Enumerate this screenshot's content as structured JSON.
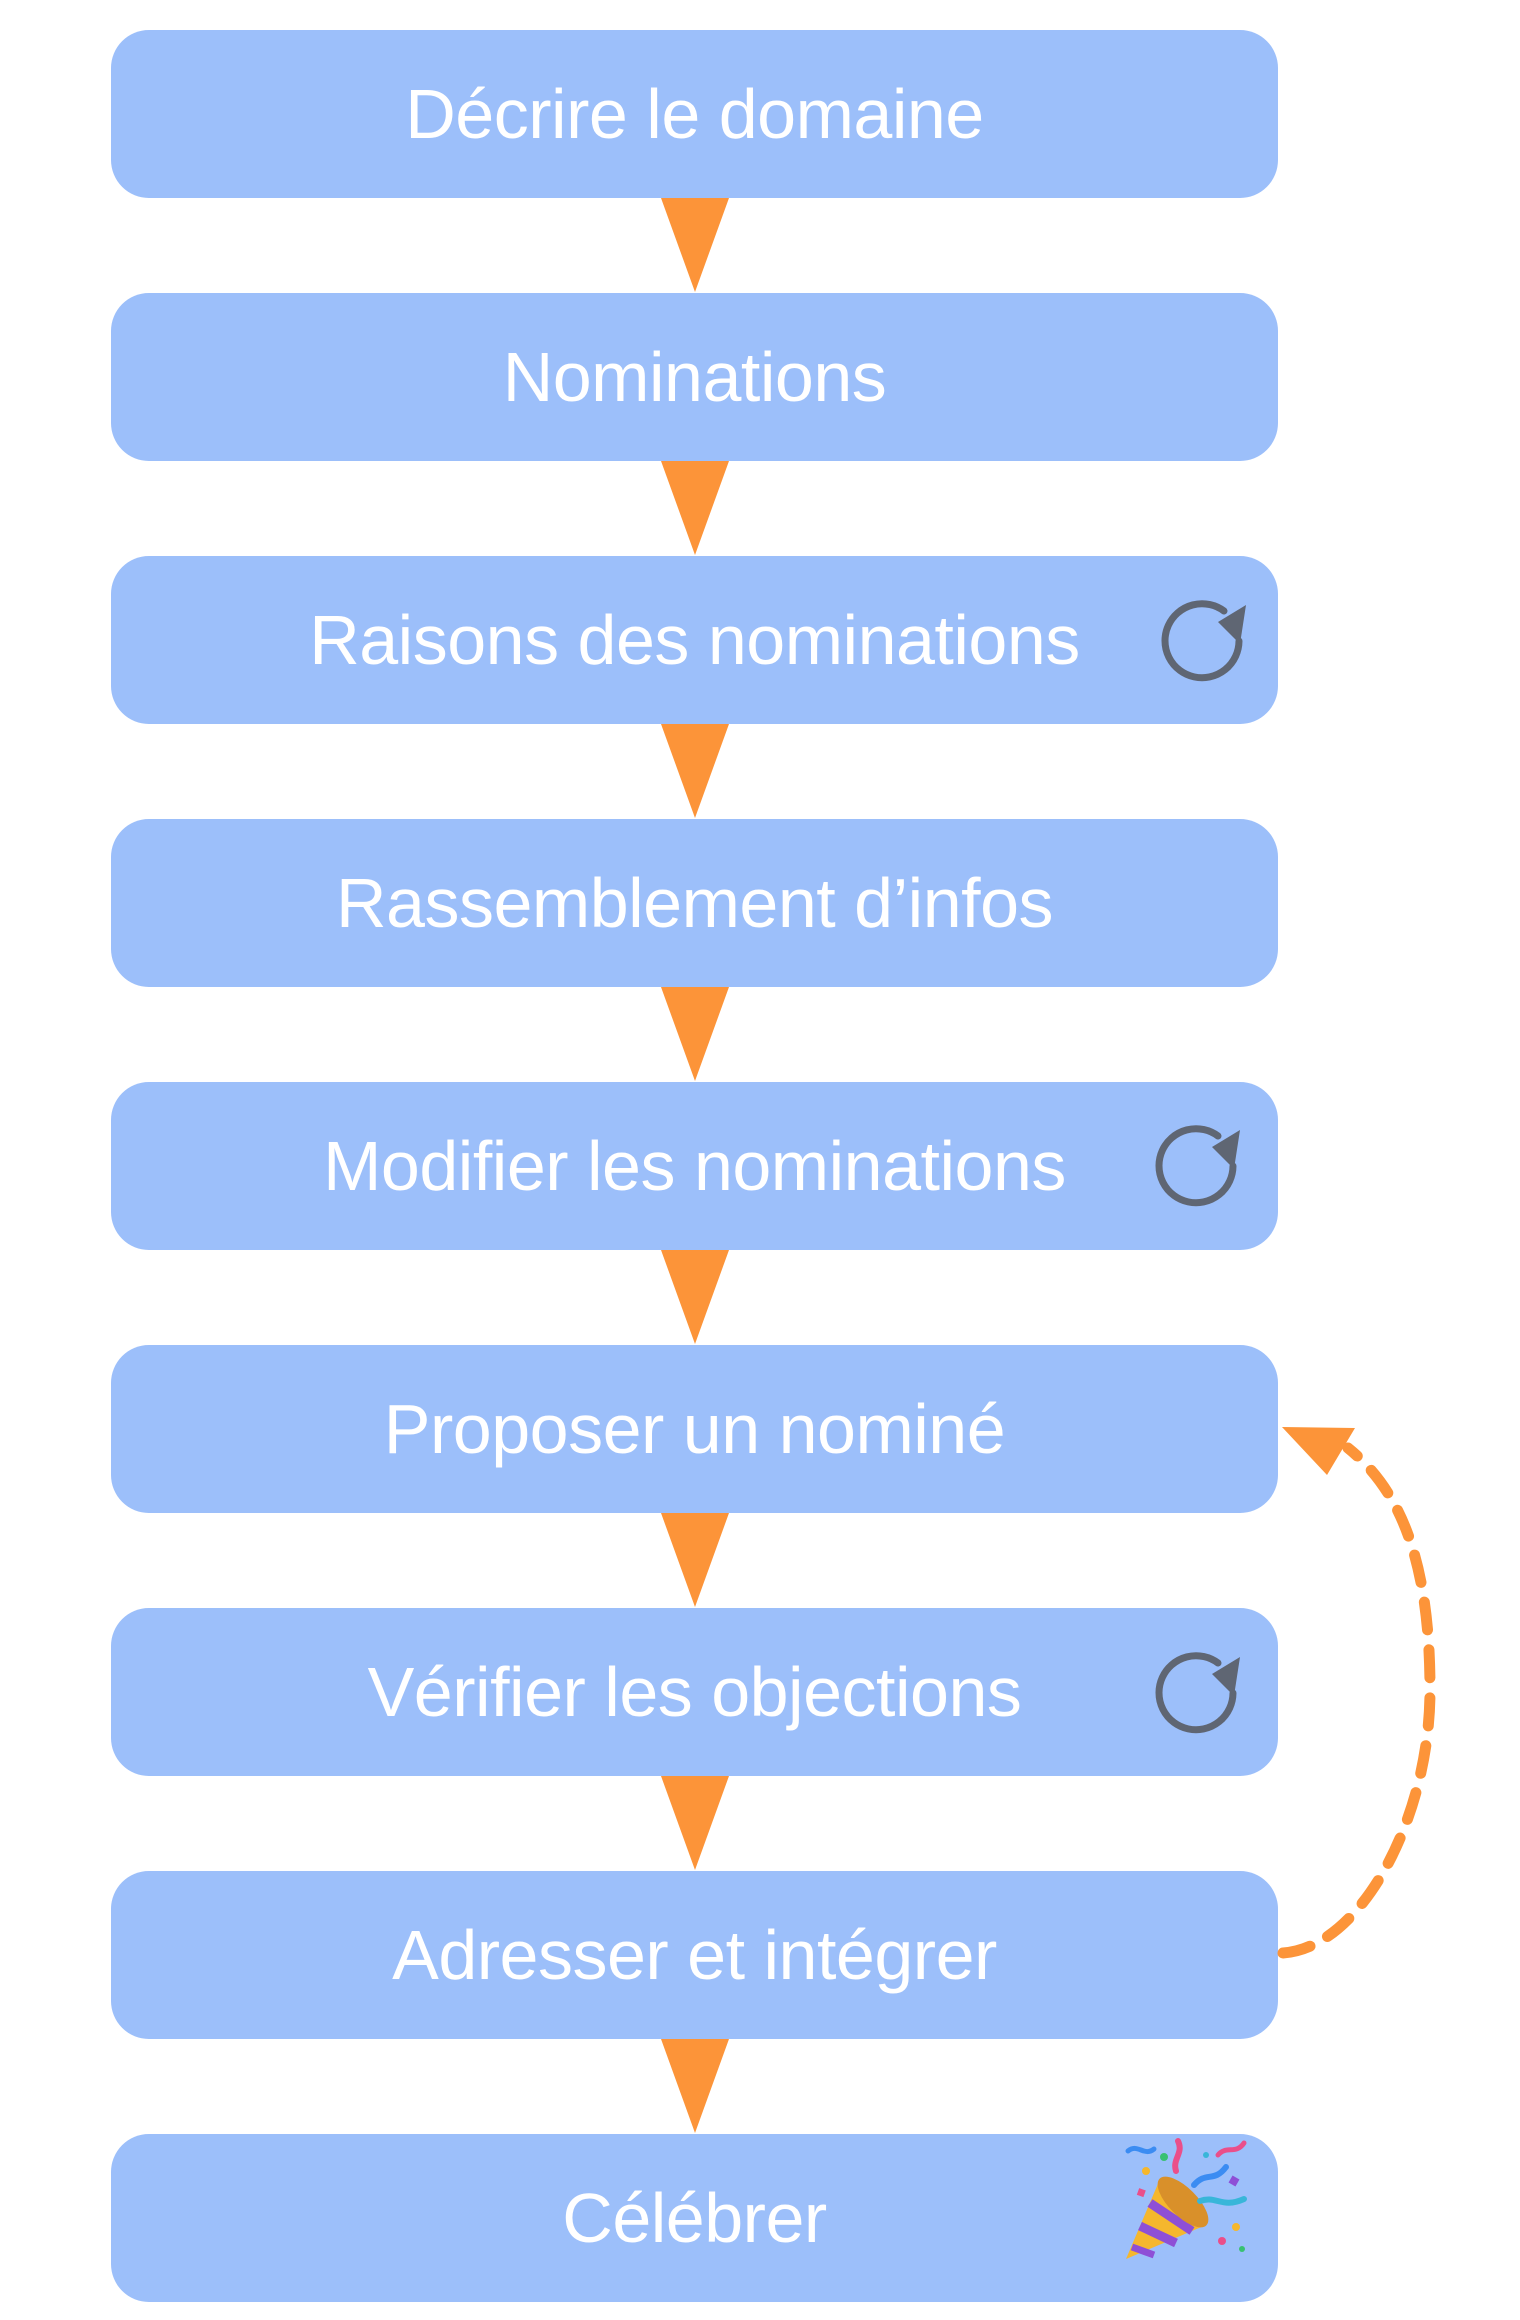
{
  "steps": [
    {
      "label": "Décrire le domaine"
    },
    {
      "label": "Nominations"
    },
    {
      "label": "Raisons des nominations",
      "icon": "repeat-icon"
    },
    {
      "label": "Rassemblement d’infos"
    },
    {
      "label": "Modifier les nominations",
      "icon": "repeat-icon"
    },
    {
      "label": "Proposer un nominé"
    },
    {
      "label": "Vérifier les objections",
      "icon": "repeat-icon"
    },
    {
      "label": "Adresser et intégrer"
    },
    {
      "label": "Célébrer",
      "icon": "party-popper-icon"
    }
  ],
  "colors": {
    "box": "#9cbffa",
    "text": "#ffffff",
    "arrow": "#fc9439",
    "icon": "#5f6673"
  },
  "loop_back": {
    "from_step": 8,
    "to_step": 6,
    "style": "dashed",
    "icon": "loop-arrow"
  }
}
